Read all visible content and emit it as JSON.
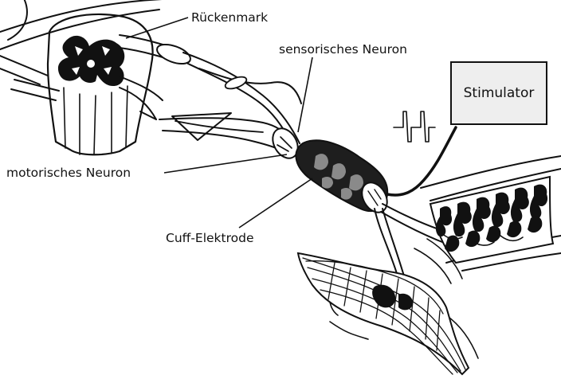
{
  "labels": {
    "spinal_cord": "Rückenmark",
    "sensory_neuron": "sensorisches Neuron",
    "motor_neuron": "motorisches Neuron",
    "cuff_electrode": "Cuff-Elektrode",
    "stimulator": "Stimulator"
  },
  "colors": {
    "ink": "#111111",
    "stimulator_fill": "#eeeeee",
    "cuff_fill": "#1e1e1e",
    "cuff_band": "#8a8a8a"
  }
}
